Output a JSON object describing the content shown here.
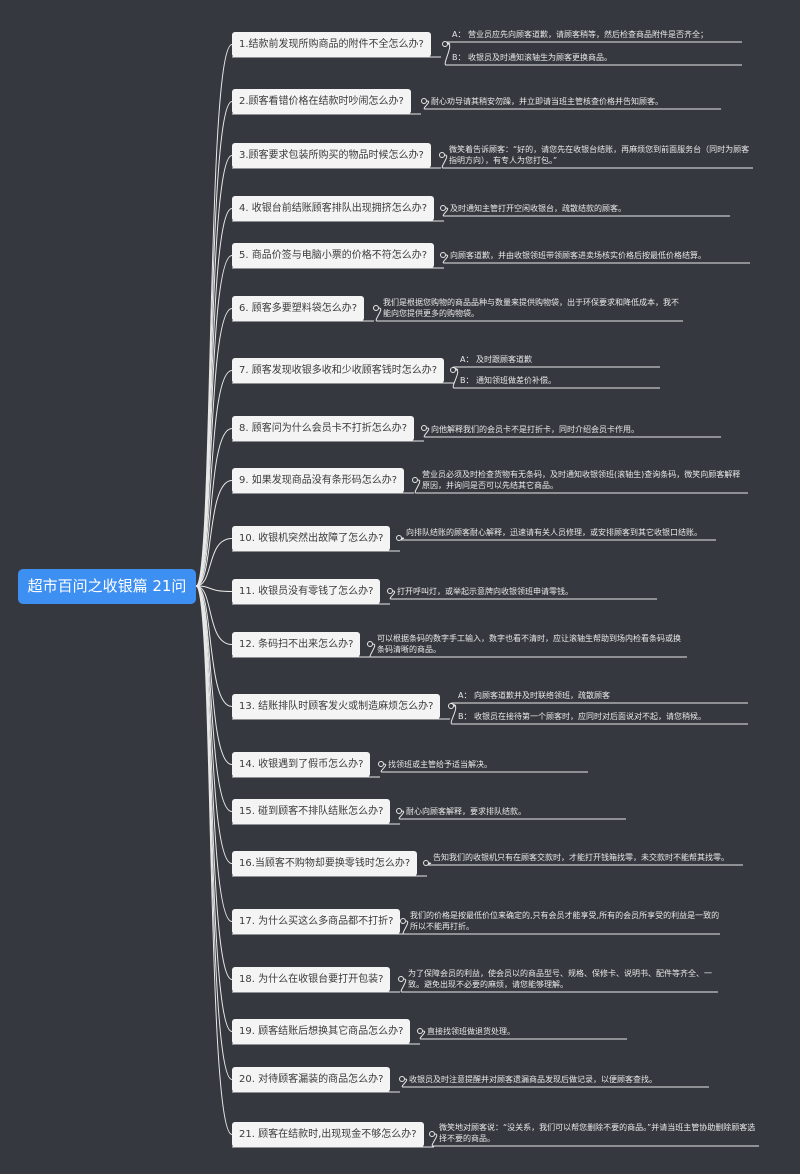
{
  "root": {
    "label": "超市百问之收银篇 21问"
  },
  "questions": [
    {
      "label": "1.结款前发现所购商品的附件不全怎么办?",
      "answers": [
        "A：  营业员应先向顾客道歉，请顾客稍等，然后检查商品附件是否齐全；",
        "B：  收银员及时通知滚轴生为顾客更换商品。"
      ]
    },
    {
      "label": "2.顾客看错价格在结款时吵闹怎么办?",
      "answers": [
        "耐心劝导请其稍安勿躁，并立即请当班主管核查价格并告知顾客。"
      ]
    },
    {
      "label": "3.顾客要求包装所购买的物品时候怎么办?",
      "answers": [
        "微笑着告诉顾客：“好的，请您先在收银台结账，再麻烦您到前面服务台（同时为顾客指明方向），有专人为您打包。”"
      ]
    },
    {
      "label": "4. 收银台前结账顾客排队出现拥挤怎么办?",
      "answers": [
        "及时通知主管打开空闲收银台，疏散结款的顾客。"
      ]
    },
    {
      "label": "5. 商品价签与电脑小票的价格不符怎么办?",
      "answers": [
        "向顾客道歉，并由收银领班带领顾客进卖场核实价格后按最低价格结算。"
      ]
    },
    {
      "label": "6. 顾客多要塑料袋怎么办?",
      "answers": [
        "我们是根据您购物的商品品种与数量来提供购物袋，出于环保要求和降低成本，我不能向您提供更多的购物袋。"
      ]
    },
    {
      "label": "7. 顾客发现收银多收和少收顾客钱时怎么办?",
      "answers": [
        "A：  及时跟顾客道歉",
        "B：  通知领班做差价补偿。"
      ]
    },
    {
      "label": "8. 顾客问为什么会员卡不打折怎么办?",
      "answers": [
        "向他解释我们的会员卡不是打折卡，同时介绍会员卡作用。"
      ]
    },
    {
      "label": "9. 如果发现商品没有条形码怎么办?",
      "answers": [
        "营业员必须及时检查货物有无条码，及时通知收银领班(滚轴生)查询条码，微笑向顾客解释原因，并询问是否可以先结其它商品。"
      ]
    },
    {
      "label": "10. 收银机突然出故障了怎么办?",
      "answers": [
        "向排队结账的顾客耐心解释，迅速请有关人员修理，或安排顾客到其它收银口结账。"
      ]
    },
    {
      "label": "11. 收银员没有零钱了怎么办?",
      "answers": [
        "打开呼叫灯，或举起示意牌向收银领班申请零钱。"
      ]
    },
    {
      "label": "12. 条码扫不出来怎么办?",
      "answers": [
        "可以根据条码的数字手工输入，数字也看不清时，应让滚轴生帮助到场内检看条码或换条码清晰的商品。"
      ]
    },
    {
      "label": "13. 结账排队时顾客发火或制造麻烦怎么办?",
      "answers": [
        "A：  向顾客道歉并及时联络领班，疏散顾客",
        "B：  收银员在接待第一个顾客时，应同时对后面说对不起，请您稍候。"
      ]
    },
    {
      "label": "14. 收银遇到了假币怎么办?",
      "answers": [
        "找领班或主管给予适当解决。"
      ]
    },
    {
      "label": "15. 碰到顾客不排队结账怎么办?",
      "answers": [
        "耐心向顾客解释，要求排队结款。"
      ]
    },
    {
      "label": "16.当顾客不购物却要换零钱时怎么办?",
      "answers": [
        "告知我们的收银机只有在顾客交款时，才能打开钱箱找零，未交款时不能帮其找零。"
      ]
    },
    {
      "label": "17. 为什么买这么多商品都不打折?",
      "answers": [
        "我们的价格是按最低价位来确定的,只有会员才能享受,所有的会员所享受的利益是一致的所以不能再打折。"
      ]
    },
    {
      "label": "18. 为什么在收银台要打开包装?",
      "answers": [
        "为了保障会员的利益，使会员以的商品型号、规格、保修卡、说明书、配件等齐全、一致。避免出现不必要的麻烦，请您能够理解。"
      ]
    },
    {
      "label": "19. 顾客结账后想换其它商品怎么办?",
      "answers": [
        "直接找领班做退货处理。"
      ]
    },
    {
      "label": "20. 对待顾客漏装的商品怎么办?",
      "answers": [
        "收银员及时注意提醒并对顾客遗漏商品发现后做记录，以便顾客查找。"
      ]
    },
    {
      "label": "21. 顾客在结款时,出现现金不够怎么办?",
      "answers": [
        "微笑地对顾客说：“没关系，我们可以帮您删除不要的商品。”并请当班主管协助删除顾客选择不要的商品。"
      ]
    }
  ],
  "colors": {
    "background": "#35383e",
    "root_fill": "#3d8ff2",
    "node_fill": "#f4f4f4",
    "line": "#e8e8e8"
  }
}
